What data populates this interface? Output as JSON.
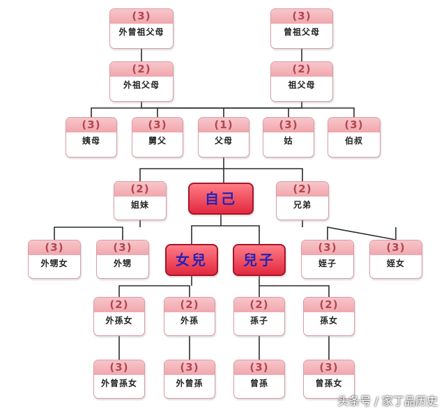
{
  "colors": {
    "line": "#2a2a2a",
    "node_border": "#d89ca4",
    "node_header": "#f0a7ad",
    "degree_text": "#b4454f",
    "key_fill": "#e3283f",
    "key_text": "#2323b8"
  },
  "nodes": [
    {
      "id": "great-grandparents-maternal",
      "deg": "(3)",
      "label": "外曾祖父母"
    },
    {
      "id": "great-grandparents-paternal",
      "deg": "(3)",
      "label": "曾祖父母"
    },
    {
      "id": "grandparents-maternal",
      "deg": "(2)",
      "label": "外祖父母"
    },
    {
      "id": "grandparents-paternal",
      "deg": "(2)",
      "label": "祖父母"
    },
    {
      "id": "maternal-aunt",
      "deg": "(3)",
      "label": "姨母"
    },
    {
      "id": "maternal-uncle",
      "deg": "(3)",
      "label": "舅父"
    },
    {
      "id": "parents",
      "deg": "(1)",
      "label": "父母"
    },
    {
      "id": "paternal-aunt",
      "deg": "(3)",
      "label": "姑"
    },
    {
      "id": "paternal-uncles",
      "deg": "(3)",
      "label": "伯叔"
    },
    {
      "id": "sisters",
      "deg": "(2)",
      "label": "姐妹"
    },
    {
      "id": "self",
      "deg": "",
      "label": "自己"
    },
    {
      "id": "brothers",
      "deg": "(2)",
      "label": "兄弟"
    },
    {
      "id": "sisters-daughter",
      "deg": "(3)",
      "label": "外甥女"
    },
    {
      "id": "sisters-son",
      "deg": "(3)",
      "label": "外甥"
    },
    {
      "id": "daughter",
      "deg": "",
      "label": "女兒"
    },
    {
      "id": "son",
      "deg": "",
      "label": "兒子"
    },
    {
      "id": "brothers-son",
      "deg": "(3)",
      "label": "姪子"
    },
    {
      "id": "brothers-daughter",
      "deg": "(3)",
      "label": "姪女"
    },
    {
      "id": "daughters-daughter",
      "deg": "(2)",
      "label": "外孫女"
    },
    {
      "id": "daughters-son",
      "deg": "(2)",
      "label": "外孫"
    },
    {
      "id": "sons-son",
      "deg": "(2)",
      "label": "孫子"
    },
    {
      "id": "sons-daughter",
      "deg": "(2)",
      "label": "孫女"
    },
    {
      "id": "great-granddaughter-via-daughter",
      "deg": "(3)",
      "label": "外曾孫女"
    },
    {
      "id": "great-grandson-via-daughter",
      "deg": "(3)",
      "label": "外曾孫"
    },
    {
      "id": "great-grandson",
      "deg": "(3)",
      "label": "曾孫"
    },
    {
      "id": "great-granddaughter",
      "deg": "(3)",
      "label": "曾孫女"
    }
  ],
  "watermark": "头条号 / 家丁品历史"
}
